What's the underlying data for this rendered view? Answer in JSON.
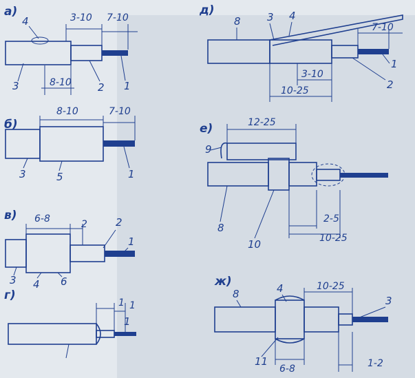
{
  "colors": {
    "ink": "#1f3f8f",
    "paper": "#e4e9ee",
    "text_block": "#c9d2dc"
  },
  "panels": {
    "a": {
      "letter": "а)",
      "dims": [
        "3-10",
        "7-10",
        "8-10"
      ],
      "parts": [
        "4",
        "3",
        "2",
        "1"
      ]
    },
    "b": {
      "letter": "б)",
      "dims": [
        "8-10",
        "7-10"
      ],
      "parts": [
        "3",
        "5",
        "1"
      ]
    },
    "v": {
      "letter": "в)",
      "dims": [
        "6-8",
        "2"
      ],
      "parts": [
        "2",
        "1",
        "3",
        "4",
        "6"
      ]
    },
    "g": {
      "letter": "г)",
      "dims": [
        "1",
        "1"
      ],
      "parts": [
        "1"
      ]
    },
    "d": {
      "letter": "д)",
      "dims": [
        "7-10",
        "3-10",
        "10-25"
      ],
      "parts": [
        "8",
        "3",
        "4",
        "1",
        "2"
      ]
    },
    "e": {
      "letter": "е)",
      "dims": [
        "12-25",
        "2-5",
        "10-25"
      ],
      "parts": [
        "9",
        "8",
        "10"
      ]
    },
    "zh": {
      "letter": "ж)",
      "dims": [
        "10-25",
        "6-8",
        "1-2"
      ],
      "parts": [
        "8",
        "4",
        "3",
        "11"
      ]
    }
  }
}
